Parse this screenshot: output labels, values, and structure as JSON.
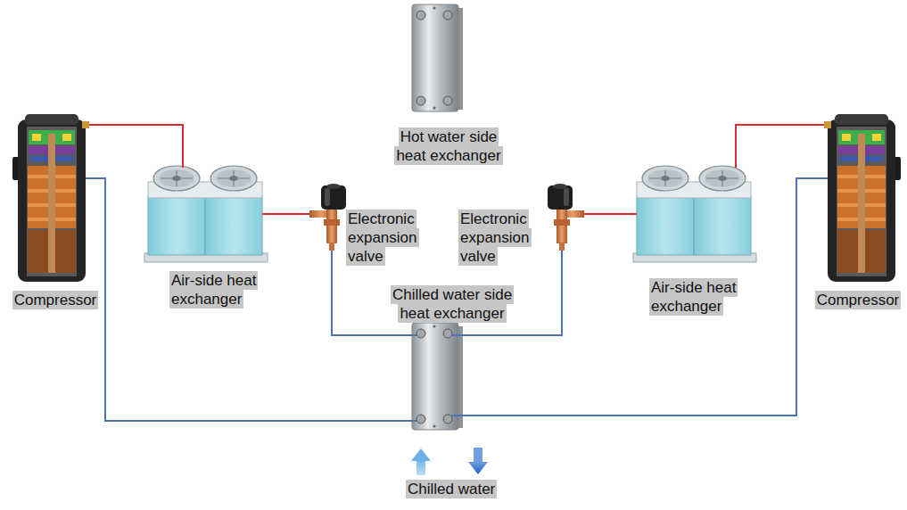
{
  "diagram": {
    "nodes": [
      {
        "text": [
          "Hot water side heat exchanger"
        ]
      },
      {
        "text": [
          "Compressor"
        ]
      },
      {
        "text": [
          "Air-side heat exchanger"
        ]
      },
      {
        "text": [
          "Electronic expansion valve"
        ]
      },
      {
        "text": [
          "Electronic expansion valve"
        ]
      },
      {
        "text": [
          "Air-side heat exchanger"
        ]
      },
      {
        "text": [
          "Compressor"
        ]
      },
      {
        "text": [
          "Chilled water side heat exchanger"
        ]
      }
    ],
    "edges": [
      {
        "from": 1,
        "to": 2,
        "arrow": "none"
      },
      {
        "from": 2,
        "to": 3,
        "arrow": "none"
      },
      {
        "from": 3,
        "to": 7,
        "arrow": "none"
      },
      {
        "from": 7,
        "to": 1,
        "arrow": "none"
      },
      {
        "from": 6,
        "to": 5,
        "arrow": "none"
      },
      {
        "from": 5,
        "to": 4,
        "arrow": "none"
      },
      {
        "from": 4,
        "to": 7,
        "arrow": "none"
      },
      {
        "from": 7,
        "to": 6,
        "arrow": "none"
      }
    ],
    "labels": [
      "Chilled water"
    ]
  }
}
